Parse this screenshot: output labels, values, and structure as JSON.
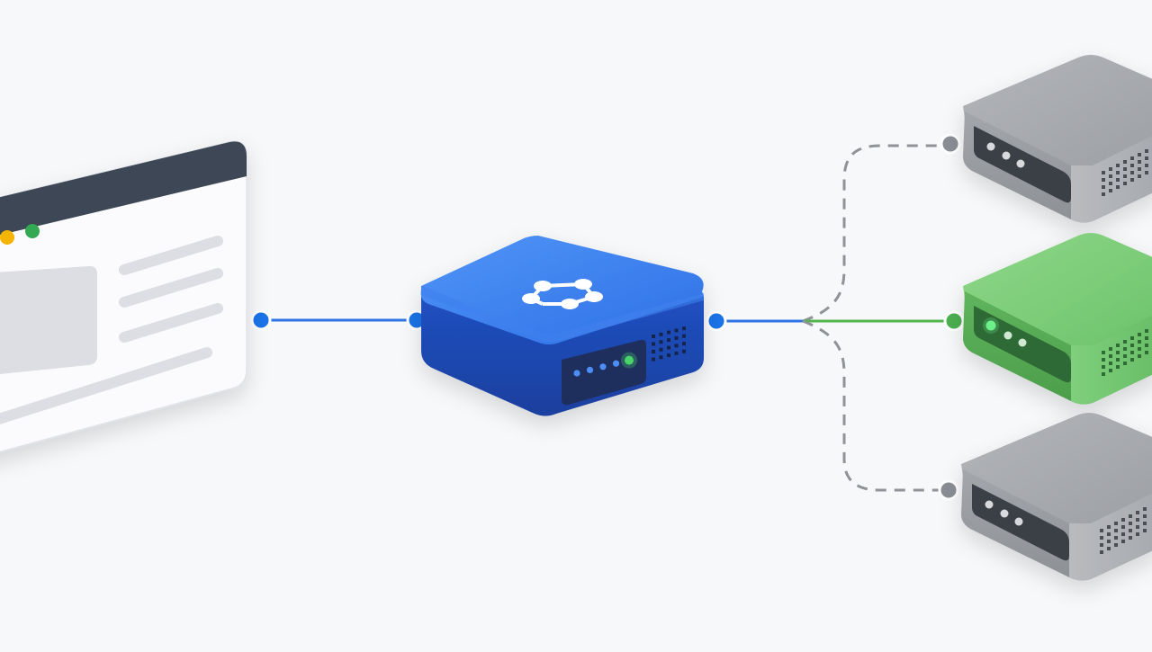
{
  "diagram": {
    "type": "load-balancer-topology",
    "nodes": [
      {
        "id": "client",
        "kind": "browser-window",
        "state": "source"
      },
      {
        "id": "balancer",
        "kind": "load-balancer",
        "state": "router"
      },
      {
        "id": "server-top",
        "kind": "server",
        "state": "inactive"
      },
      {
        "id": "server-middle",
        "kind": "server",
        "state": "active"
      },
      {
        "id": "server-bottom",
        "kind": "server",
        "state": "inactive"
      }
    ],
    "edges": [
      {
        "from": "client",
        "to": "balancer",
        "style": "solid",
        "color": "blue"
      },
      {
        "from": "balancer",
        "to": "server-top",
        "style": "dashed",
        "color": "gray"
      },
      {
        "from": "balancer",
        "to": "server-middle",
        "style": "solid",
        "color": "green"
      },
      {
        "from": "balancer",
        "to": "server-bottom",
        "style": "dashed",
        "color": "gray"
      }
    ]
  },
  "browser": {
    "dots": [
      "#f4b400",
      "#34a853"
    ]
  },
  "balancer": {
    "leds": [
      "#4d8df6",
      "#4d8df6",
      "#4d8df6",
      "#4d8df6",
      "#49d36a"
    ],
    "icon": "network-nodes-icon"
  },
  "colors": {
    "background": "#f7f8fa",
    "primary_blue": "#2f6fe4",
    "connector_blue": "#1a73e8",
    "active_green": "#4caf50",
    "inactive_gray": "#8a8d93",
    "dash_gray": "#8f9297"
  }
}
